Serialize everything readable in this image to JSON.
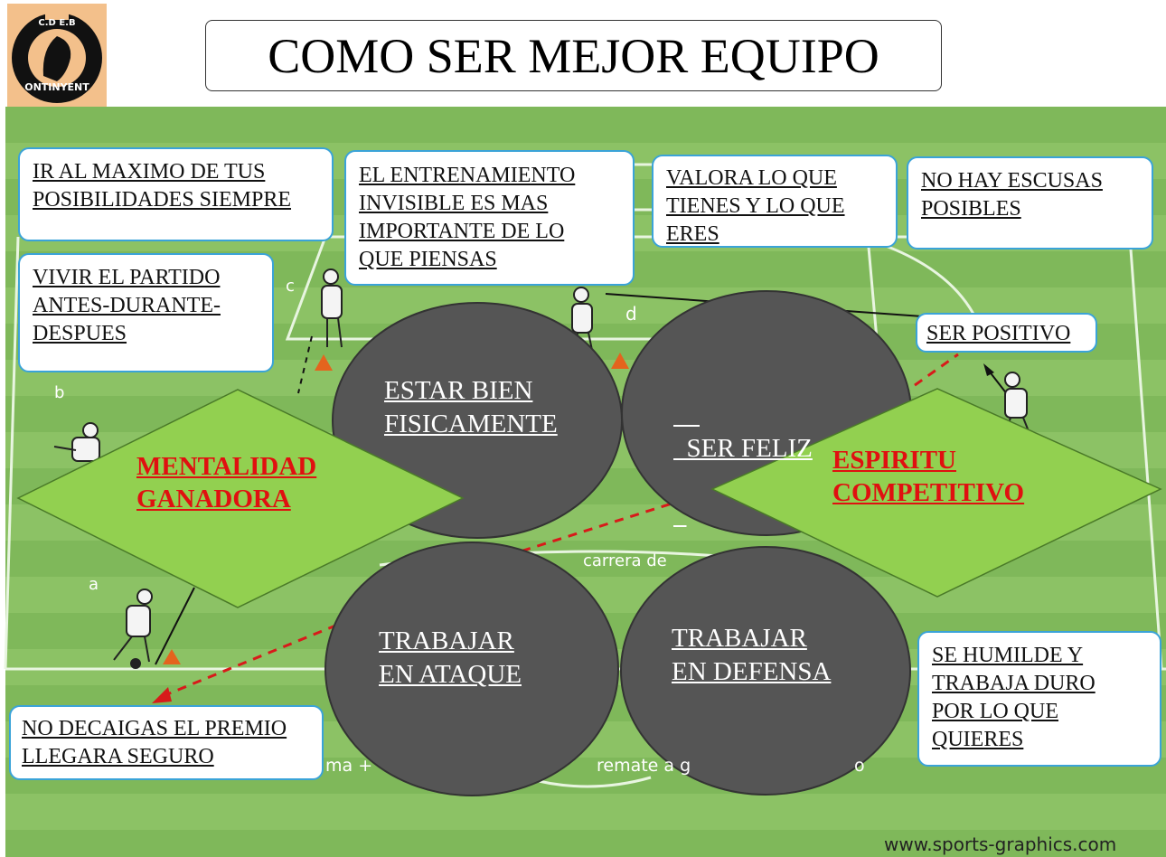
{
  "title": "COMO SER MEJOR EQUIPO",
  "logo": {
    "top_text": "C.D   E.B",
    "bottom_text": "ONTINYENT"
  },
  "notes": [
    {
      "id": "maximo",
      "lines": [
        "IR AL MAXIMO DE TUS",
        "POSIBILIDADES SIEMPRE"
      ]
    },
    {
      "id": "entrenamiento",
      "lines": [
        "EL ENTRENAMIENTO",
        "INVISIBLE ES MAS",
        "IMPORTANTE DE LO",
        "QUE PIENSAS"
      ]
    },
    {
      "id": "valora",
      "lines": [
        "VALORA LO QUE",
        "TIENES Y LO QUE",
        "ERES"
      ]
    },
    {
      "id": "escusas",
      "lines": [
        "NO HAY ESCUSAS",
        "POSIBLES"
      ]
    },
    {
      "id": "vivir",
      "lines": [
        "VIVIR EL PARTIDO",
        "ANTES-DURANTE-",
        "DESPUES"
      ]
    },
    {
      "id": "positivo",
      "lines": [
        "SER POSITIVO"
      ]
    },
    {
      "id": "humilde",
      "lines": [
        "SE HUMILDE Y",
        "TRABAJA DURO",
        "POR LO QUE",
        "QUIERES"
      ]
    },
    {
      "id": "decaigas",
      "lines": [
        "NO DECAIGAS EL PREMIO",
        "LLEGARA SEGURO"
      ]
    }
  ],
  "circles": [
    {
      "id": "fisicamente",
      "lines": [
        "ESTAR BIEN",
        "FISICAMENTE"
      ]
    },
    {
      "id": "feliz",
      "lines": [
        "  SER FELIZ"
      ]
    },
    {
      "id": "ataque",
      "lines": [
        "TRABAJAR",
        "EN ATAQUE"
      ]
    },
    {
      "id": "defensa",
      "lines": [
        "TRABAJAR",
        "EN DEFENSA"
      ]
    }
  ],
  "diamonds": [
    {
      "id": "mentalidad",
      "lines": [
        "MENTALIDAD",
        "GANADORA"
      ]
    },
    {
      "id": "espiritu",
      "lines": [
        "ESPIRITU",
        "COMPETITIVO"
      ]
    }
  ],
  "field_labels": {
    "a": "a",
    "b": "b",
    "c": "c",
    "d": "d",
    "carrera": "carrera de",
    "bottom_left": "ma +",
    "bottom_mid": "remate a g",
    "bottom_right": "o"
  },
  "footer": "www.sports-graphics.com",
  "colors": {
    "circle": "#555555",
    "diamond": "#92d050",
    "note_border": "#3aa3d8",
    "diamond_text": "#e01010"
  }
}
